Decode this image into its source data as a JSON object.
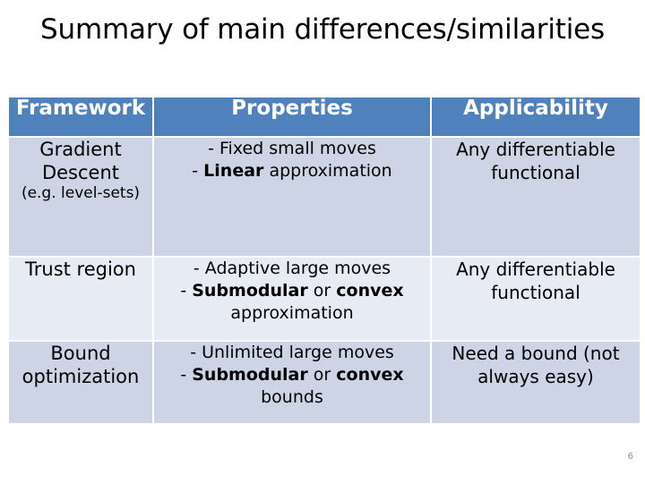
{
  "slide": {
    "title": "Summary of main differences/similarities",
    "page_number": "6"
  },
  "colors": {
    "header_blue": "#4f81bd",
    "row_dark": "#ccd4e5",
    "row_light": "#e7ecf4",
    "header_text": "#ffffff",
    "body_text": "#000000",
    "page_number_text": "#8a8a8a",
    "slide_background": "#ffffff"
  },
  "table": {
    "headers": [
      "Framework",
      "Properties",
      "Applicability"
    ],
    "rows": [
      {
        "framework_main": "Gradient Descent",
        "framework_sub": "(e.g. level-sets)",
        "properties_lines": [
          {
            "prefix": "- Fixed  small moves",
            "bold": "",
            "suffix": ""
          },
          {
            "prefix": "- ",
            "bold": "Linear",
            "suffix": " approximation"
          }
        ],
        "applicability": "Any differentiable functional"
      },
      {
        "framework_main": "Trust region",
        "framework_sub": "",
        "properties_lines": [
          {
            "prefix": "- Adaptive large moves",
            "bold": "",
            "suffix": ""
          },
          {
            "prefix": "- ",
            "bold": "Submodular",
            "suffix": " or "
          },
          {
            "prefix": "",
            "bold": "convex",
            "suffix": " approximation"
          }
        ],
        "applicability": "Any differentiable functional"
      },
      {
        "framework_main": "Bound optimization",
        "framework_sub": "",
        "properties_lines": [
          {
            "prefix": "- Unlimited large moves",
            "bold": "",
            "suffix": ""
          },
          {
            "prefix": "- ",
            "bold": "Submodular",
            "suffix": " or "
          },
          {
            "prefix": "",
            "bold": "convex",
            "suffix": " bounds"
          }
        ],
        "applicability": "Need a bound (not always easy)"
      }
    ],
    "row_texts": {
      "r0": {
        "properties_plain": "- Fixed  small moves\n- Linear approximation"
      },
      "r1": {
        "properties_plain": "- Adaptive large moves\n- Submodular or convex approximation"
      },
      "r2": {
        "properties_plain": "- Unlimited large moves\n- Submodular or convex bounds"
      }
    }
  }
}
